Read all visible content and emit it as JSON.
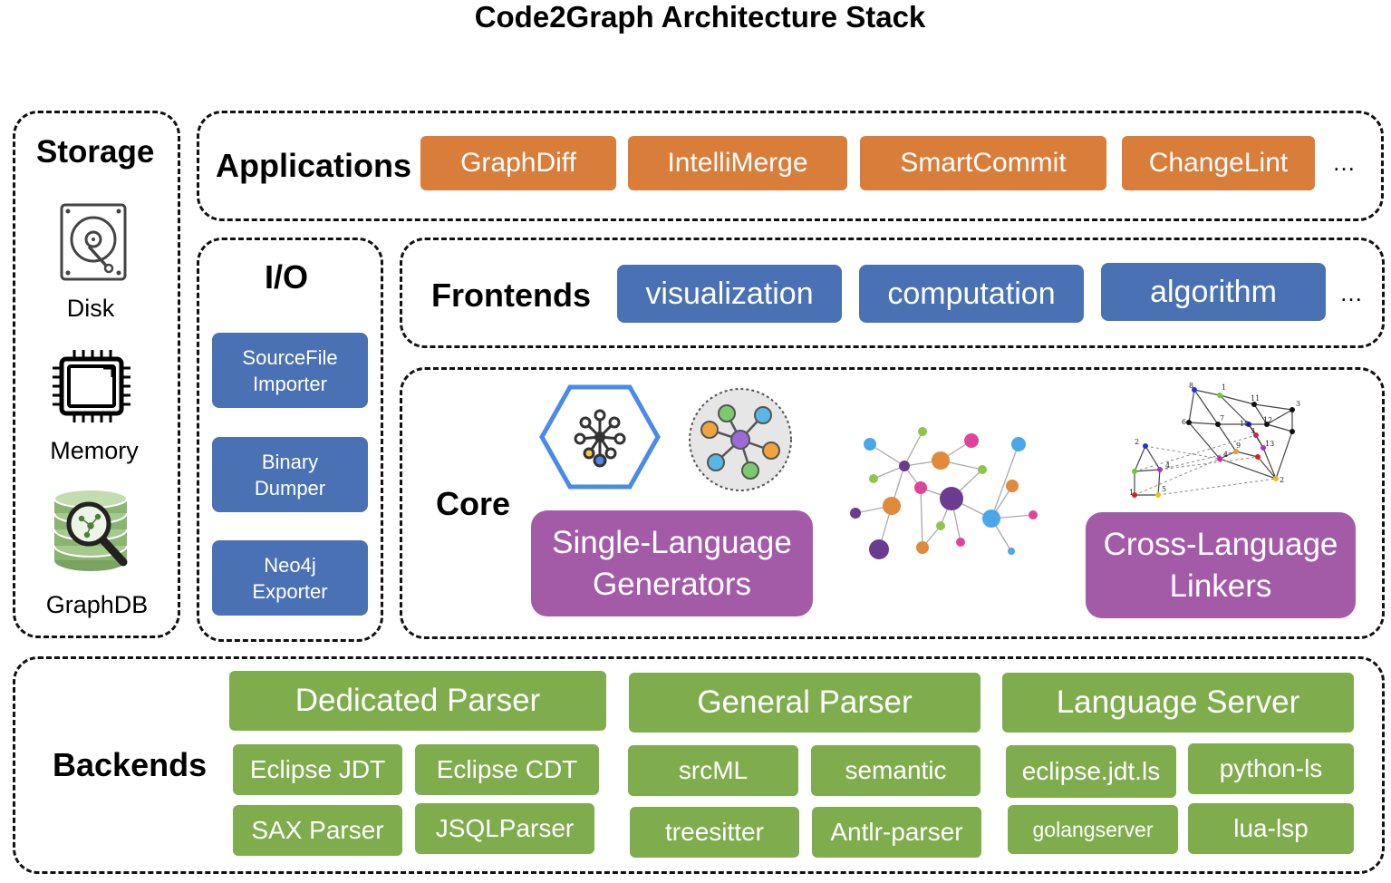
{
  "title": "Code2Graph Architecture Stack",
  "storage": {
    "label": "Storage",
    "items": [
      {
        "label": "Disk",
        "icon": "hard-disk-icon"
      },
      {
        "label": "Memory",
        "icon": "memory-chip-icon"
      },
      {
        "label": "GraphDB",
        "icon": "graph-database-icon"
      }
    ]
  },
  "applications": {
    "label": "Applications",
    "items": [
      "GraphDiff",
      "IntelliMerge",
      "SmartCommit",
      "ChangeLint"
    ],
    "more": "…"
  },
  "io": {
    "label": "I/O",
    "items": [
      "SourceFile\nImporter",
      "Binary\nDumper",
      "Neo4j\nExporter"
    ]
  },
  "frontends": {
    "label": "Frontends",
    "items": [
      "visualization",
      "computation",
      "algorithm"
    ],
    "more": "…"
  },
  "core": {
    "label": "Core",
    "single_language": "Single-Language\nGenerators",
    "cross_language": "Cross-Language\nLinkers",
    "cross_graph_node_labels": [
      "8",
      "1",
      "11",
      "3",
      "6",
      "7",
      "10",
      "12",
      "3",
      "9",
      "13",
      "4",
      "2",
      "4",
      "5",
      "1",
      "2"
    ]
  },
  "backends": {
    "label": "Backends",
    "groups": [
      {
        "header": "Dedicated Parser",
        "items": [
          "Eclipse JDT",
          "Eclipse CDT",
          "SAX Parser",
          "JSQLParser"
        ]
      },
      {
        "header": "General Parser",
        "items": [
          "srcML",
          "semantic",
          "treesitter",
          "Antlr-parser"
        ]
      },
      {
        "header": "Language Server",
        "items": [
          "eclipse.jdt.ls",
          "python-ls",
          "golangserver",
          "lua-lsp"
        ]
      }
    ]
  },
  "colors": {
    "orange": "#d97d3a",
    "blue": "#4a71b4",
    "purple": "#a35ba8",
    "green": "#7fad4d"
  }
}
